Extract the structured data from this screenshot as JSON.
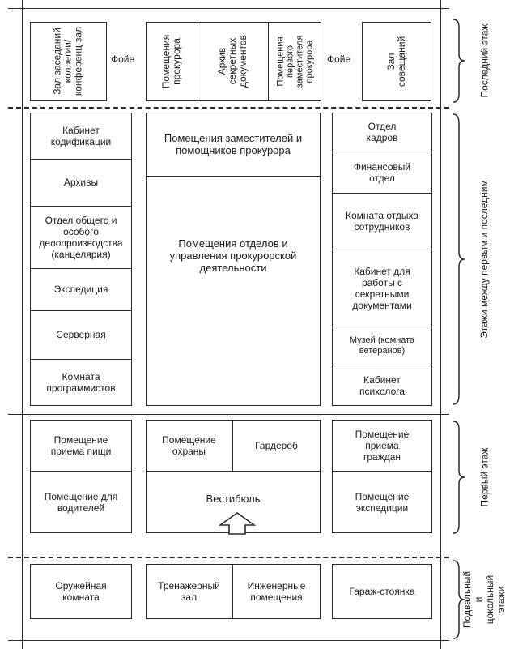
{
  "top_floor": {
    "hall_collegium": "Зал заседаний коллегии/ конференц-зал",
    "foyer_left": "Фойе",
    "prosecutor_rooms": "Помещения прокурора",
    "secret_archive": "Архив секретных документов",
    "first_deputy_rooms": "Помещения первого заместителя прокурора",
    "foyer_right": "Фойе",
    "meeting_hall": "Зал совещаний",
    "floor_label": "Последний этаж"
  },
  "middle_floors": {
    "left": [
      "Кабинет кодификации",
      "Архивы",
      "Отдел общего и особого делопроизводства (канцелярия)",
      "Экспедиция",
      "Серверная",
      "Комната программистов"
    ],
    "center_top": "Помещения заместителей и помощников прокурора",
    "center_main": "Помещения отделов и управления прокурорской деятельности",
    "right": [
      "Отдел кадров",
      "Финансовый отдел",
      "Комната отдыха сотрудников",
      "Кабинет для работы с секретными документами",
      "Музей (комната ветеранов)",
      "Кабинет психолога"
    ],
    "floor_label": "Этажи между первым и последним"
  },
  "first_floor": {
    "left": [
      "Помещение приема пищи",
      "Помещение для водителей"
    ],
    "security": "Помещение охраны",
    "wardrobe": "Гардероб",
    "lobby": "Вестибюль",
    "right": [
      "Помещение приема граждан",
      "Помещение экспедиции"
    ],
    "floor_label": "Первый этаж"
  },
  "basement": {
    "armory": "Оружейная комната",
    "gym": "Тренажерный зал",
    "engineering": "Инженерные помещения",
    "garage": "Гараж-стоянка",
    "floor_label": "Подвальный и цокольный этажи"
  }
}
